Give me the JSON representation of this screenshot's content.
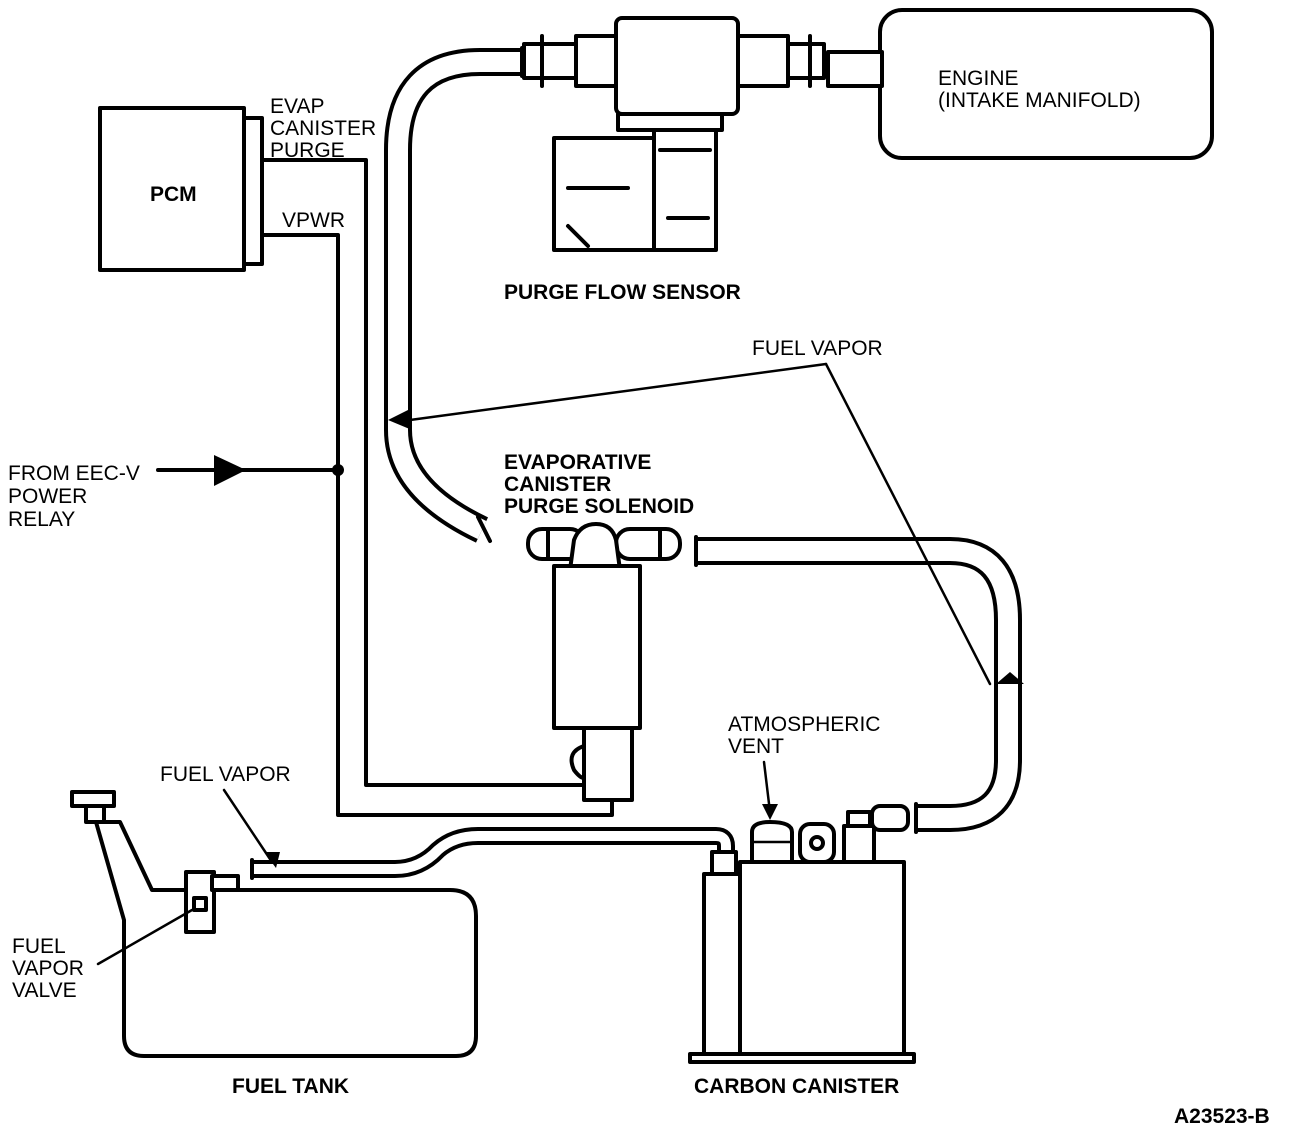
{
  "labels": {
    "pcm": "PCM",
    "evap_canister_purge": "EVAP\nCANISTER\nPURGE",
    "vpwr": "VPWR",
    "engine": "ENGINE\n(INTAKE MANIFOLD)",
    "purge_flow_sensor": "PURGE FLOW SENSOR",
    "fuel_vapor_top": "FUEL VAPOR",
    "from_eec_v_power_relay": "FROM EEC-V\nPOWER\nRELAY",
    "evap_purge_solenoid": "EVAPORATIVE\nCANISTER\nPURGE SOLENOID",
    "atmospheric_vent": "ATMOSPHERIC\nVENT",
    "fuel_vapor_tank": "FUEL VAPOR",
    "fuel_vapor_valve": "FUEL\nVAPOR\nVALVE",
    "fuel_tank": "FUEL TANK",
    "carbon_canister": "CARBON CANISTER",
    "figure_id": "A23523-B"
  }
}
